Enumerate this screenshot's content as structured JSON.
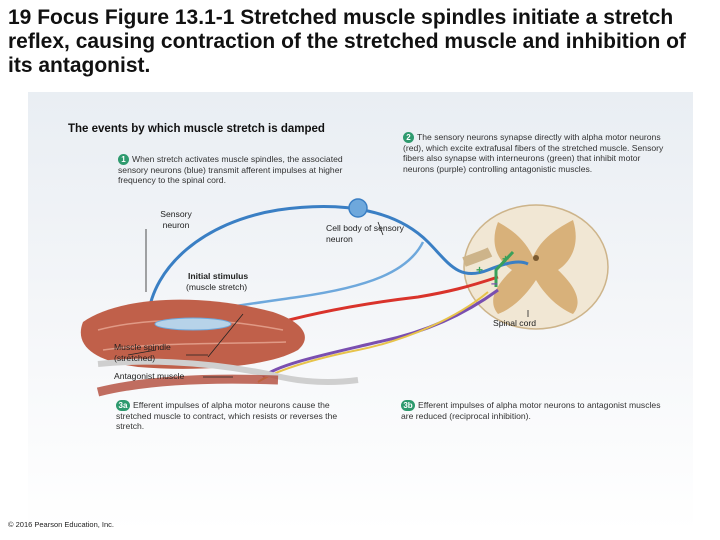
{
  "slide": {
    "title": "19 Focus Figure 13.1-1 Stretched muscle spindles initiate a stretch reflex, causing contraction of the stretched muscle and inhibition of its antagonist.",
    "copyright": "© 2016 Pearson Education, Inc."
  },
  "figure": {
    "title": "The events by which muscle stretch is damped",
    "steps": [
      {
        "num": "1",
        "text": "When stretch activates muscle spindles, the associated sensory neurons (blue) transmit afferent impulses at higher frequency to the spinal cord."
      },
      {
        "num": "2",
        "text": "The sensory neurons synapse directly with alpha motor neurons (red), which excite extrafusal fibers of the stretched muscle. Sensory fibers also synapse with interneurons (green) that inhibit motor neurons (purple) controlling antagonistic muscles."
      },
      {
        "num": "3a",
        "text": "Efferent impulses of alpha motor neurons cause the stretched muscle to contract, which resists or reverses the stretch."
      },
      {
        "num": "3b",
        "text": "Efferent impulses of alpha motor neurons to antagonist muscles are reduced (reciprocal inhibition)."
      }
    ],
    "labels": {
      "sensory_neuron": "Sensory neuron",
      "cell_body": "Cell body of sensory neuron",
      "initial_stimulus": "Initial stimulus",
      "initial_stimulus_sub": "(muscle stretch)",
      "spinal_cord": "Spinal cord",
      "muscle_spindle": "Muscle spindle (stretched)",
      "antagonist_muscle": "Antagonist muscle",
      "plus1": "+",
      "plus2": "+",
      "minus": "–"
    },
    "colors": {
      "sensory": "#3a7fc4",
      "motor": "#d9332b",
      "interneuron": "#3aa05a",
      "inhibited_motor": "#7a4fb0",
      "muscle": "#c0604a",
      "cord_gray": "#d4a76a",
      "cord_white": "#f1e7d4",
      "step_badge": "#2e9a6e"
    }
  }
}
